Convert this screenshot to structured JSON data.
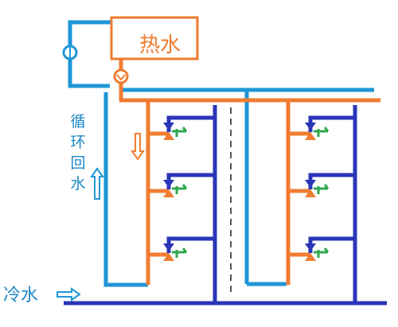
{
  "heater": {
    "label": "热水"
  },
  "circulation": {
    "chars": [
      "循",
      "环",
      "回",
      "水"
    ]
  },
  "cold_water": {
    "label": "冷水"
  },
  "colors": {
    "hot": "#f07c30",
    "circulation": "#1e96d6",
    "cold": "#2a36b8",
    "valve": "#2fa84f",
    "dashed": "#555555"
  },
  "icons": {
    "pump": "pump-icon",
    "tap": "tap-icon",
    "flow_arrow": "arrow-icon"
  }
}
